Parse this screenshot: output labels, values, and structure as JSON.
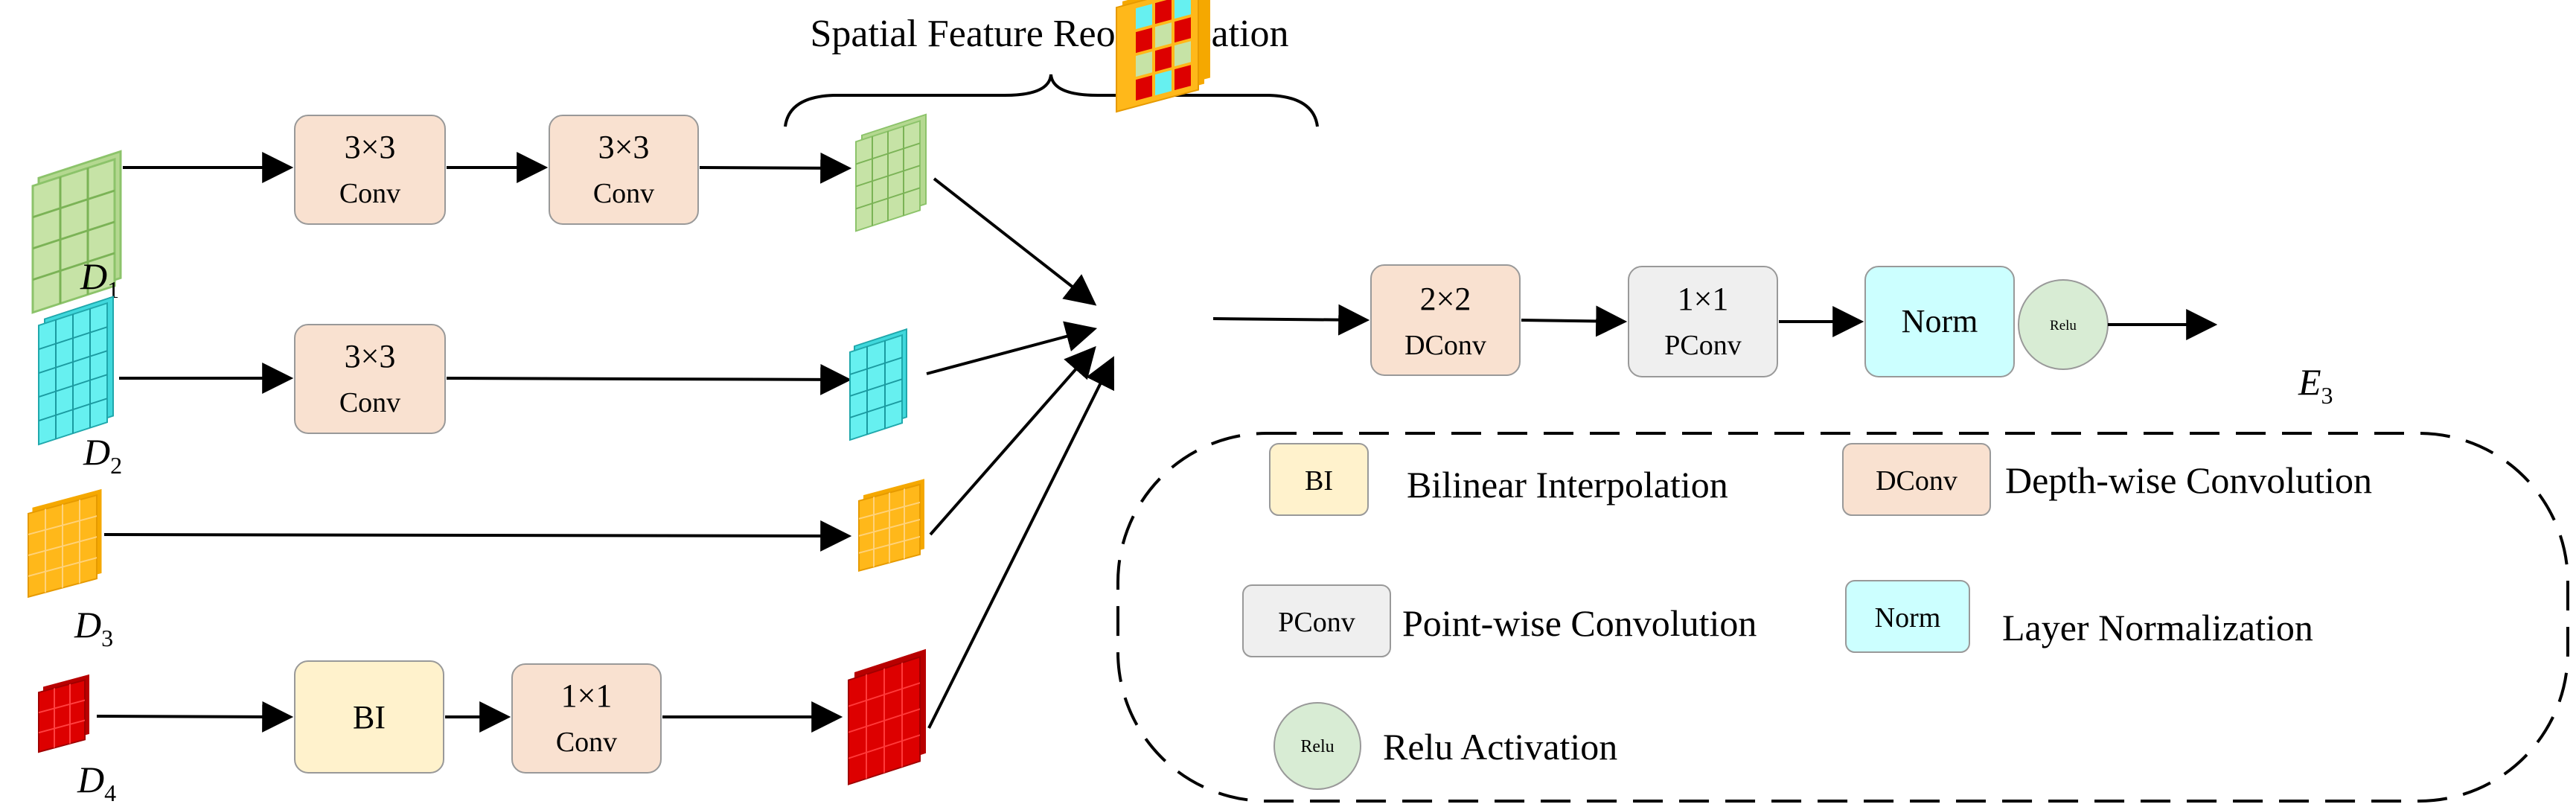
{
  "title": "Spatial Feature Reorganization",
  "inputs": [
    {
      "letter": "D",
      "sub": "1"
    },
    {
      "letter": "D",
      "sub": "2"
    },
    {
      "letter": "D",
      "sub": "3"
    },
    {
      "letter": "D",
      "sub": "4"
    }
  ],
  "output": {
    "letter": "E",
    "sub": "3"
  },
  "blocks": {
    "d1_conv_a": [
      "3×3",
      "Conv"
    ],
    "d1_conv_b": [
      "3×3",
      "Conv"
    ],
    "d2_conv": [
      "3×3",
      "Conv"
    ],
    "d4_bi": "BI",
    "d4_conv": [
      "1×1",
      "Conv"
    ],
    "dconv": [
      "2×2",
      "DConv"
    ],
    "pconv": [
      "1×1",
      "PConv"
    ],
    "norm": "Norm",
    "relu": "Relu"
  },
  "legend": [
    {
      "key": "BI",
      "label": "Bilinear Interpolation"
    },
    {
      "key": "DConv",
      "label": "Depth-wise Convolution"
    },
    {
      "key": "PConv",
      "label": "Point-wise Convolution"
    },
    {
      "key": "Norm",
      "label": "Layer Normalization"
    },
    {
      "key": "Relu",
      "label": "Relu Activation"
    }
  ],
  "colors": {
    "conv": "#f9e1d0",
    "bi": "#fff2cc",
    "pconv": "#efefef",
    "norm": "#ccffff",
    "relu": "#d8ecd4",
    "d1": "#c6e3a6",
    "d2": "#66f0f0",
    "d3": "#ffb81a",
    "d4": "#dd0000"
  }
}
